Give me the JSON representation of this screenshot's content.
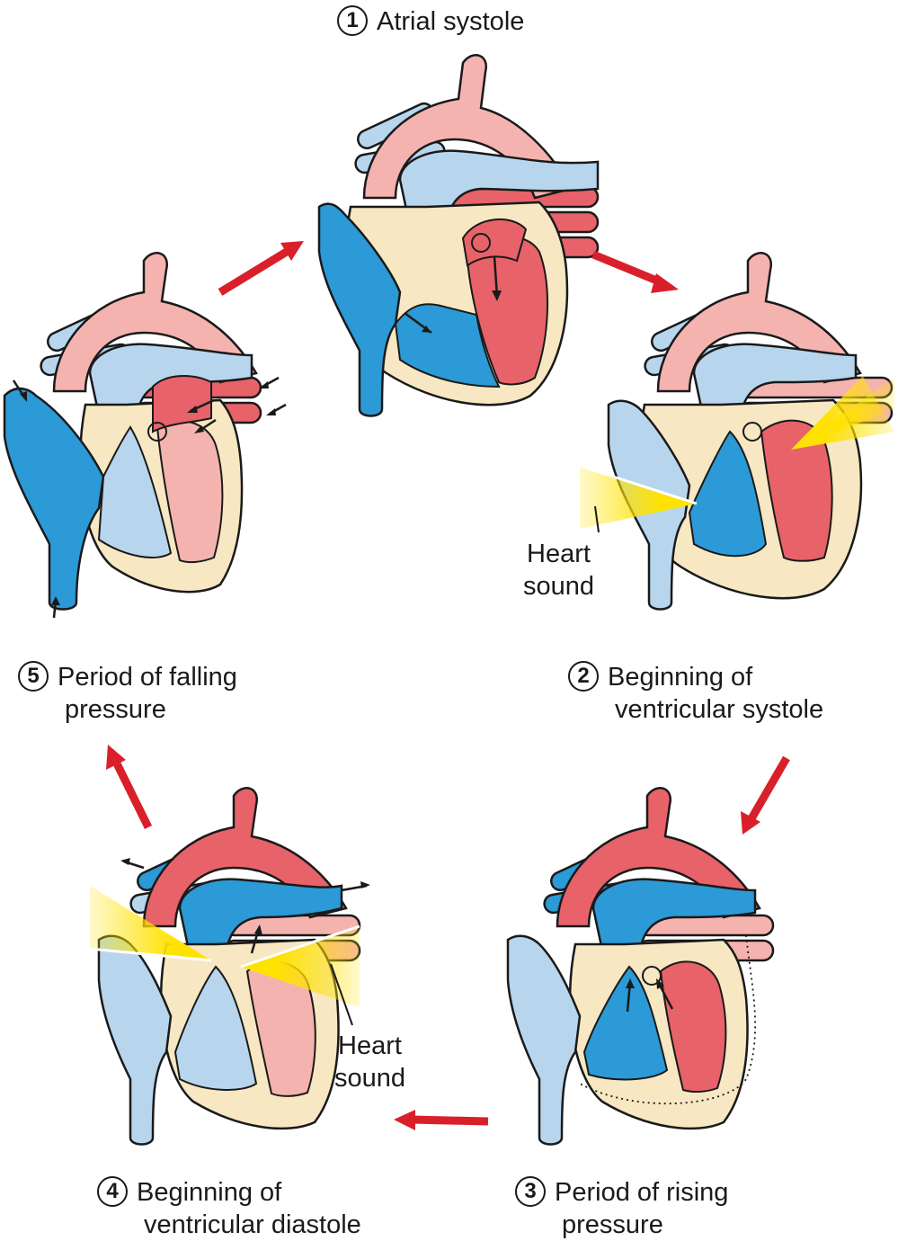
{
  "stages": [
    {
      "number": "1",
      "line1": "Atrial systole",
      "line2": ""
    },
    {
      "number": "2",
      "line1": "Beginning of",
      "line2": "ventricular systole"
    },
    {
      "number": "3",
      "line1": "Period of rising",
      "line2": "pressure"
    },
    {
      "number": "4",
      "line1": "Beginning of",
      "line2": "ventricular diastole"
    },
    {
      "number": "5",
      "line1": "Period of falling",
      "line2": "pressure"
    }
  ],
  "heart_sound_labels": [
    {
      "line1": "Heart",
      "line2": "sound"
    },
    {
      "line1": "Heart",
      "line2": "sound"
    }
  ],
  "colors": {
    "deoxygenated_blood": "#2b9ad6",
    "deoxygenated_blood_relaxed": "#b7d6ee",
    "oxygenated_blood": "#e8626a",
    "oxygenated_blood_relaxed": "#f5b3b0",
    "heart_wall": "#f7e7c2",
    "outline": "#1a1a1a",
    "sequence_arrow": "#d9202a",
    "sound_wedge": "#ffe200"
  }
}
